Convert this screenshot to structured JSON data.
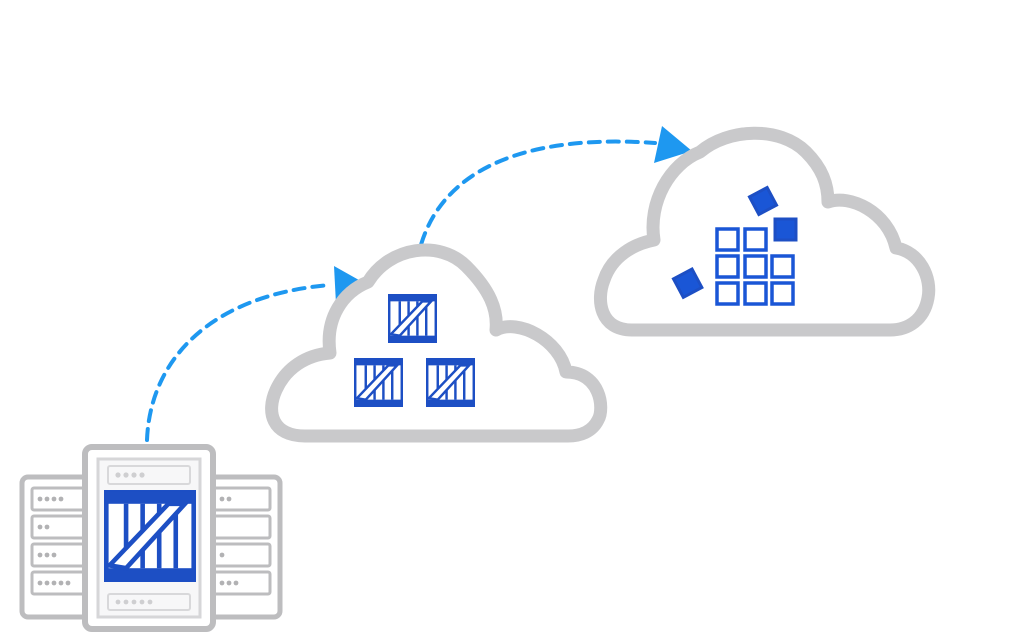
{
  "diagram": {
    "nodes": [
      {
        "id": "on-premises-servers",
        "icon": "server-rack-with-crate-icon"
      },
      {
        "id": "cloud-containers",
        "icon": "cloud-with-crates-icon"
      },
      {
        "id": "cloud-microservices",
        "icon": "cloud-with-blocks-icon"
      }
    ],
    "edges": [
      {
        "from": "on-premises-servers",
        "to": "cloud-containers",
        "style": "dashed-arrow"
      },
      {
        "from": "cloud-containers",
        "to": "cloud-microservices",
        "style": "dashed-arrow"
      }
    ]
  },
  "colors": {
    "cloud_outline": "#c9c9cb",
    "server_outline": "#bdbdbf",
    "server_dot": "#b2b2b4",
    "crate_blue": "#1d4fc4",
    "block_blue": "#1a56d6",
    "arrow_blue": "#1e98f0"
  }
}
